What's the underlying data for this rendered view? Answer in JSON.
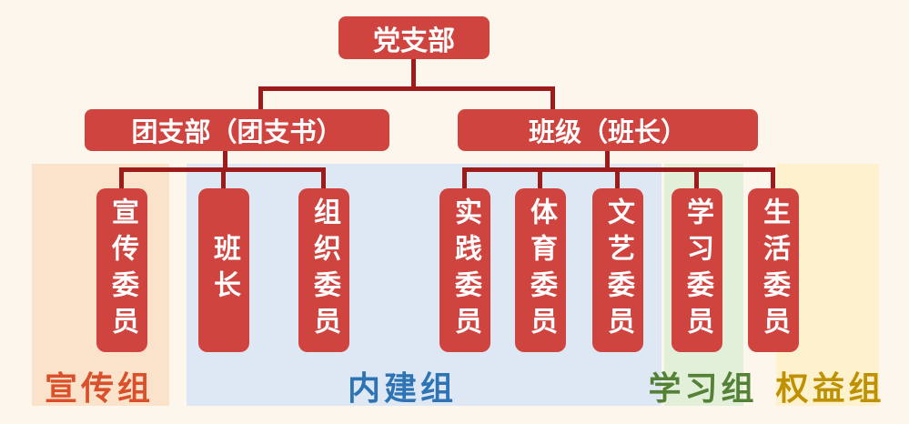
{
  "diagram": {
    "root": {
      "label": "党支部"
    },
    "branches": [
      {
        "label": "团支部（团支书）"
      },
      {
        "label": "班级（班长）"
      }
    ],
    "members": [
      {
        "label": "宣传委员"
      },
      {
        "label": "班长"
      },
      {
        "label": "组织委员"
      },
      {
        "label": "实践委员"
      },
      {
        "label": "体育委员"
      },
      {
        "label": "文艺委员"
      },
      {
        "label": "学习委员"
      },
      {
        "label": "生活委员"
      }
    ],
    "groups": [
      {
        "label": "宣传组",
        "band_color": "#fbe3cb",
        "label_color": "#d9502a"
      },
      {
        "label": "内建组",
        "band_color": "#dde8f4",
        "label_color": "#2e74b5"
      },
      {
        "label": "学习组",
        "band_color": "#e2efd9",
        "label_color": "#538135"
      },
      {
        "label": "权益组",
        "band_color": "#fdf2cd",
        "label_color": "#bf9000"
      }
    ],
    "colors": {
      "node_fill": "#d0443f",
      "node_text": "#ffffff",
      "connector": "#9e1b1b",
      "background": "#fdf6ec"
    }
  }
}
